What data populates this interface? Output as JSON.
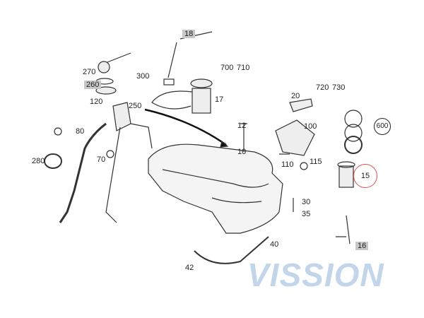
{
  "diagram": {
    "parts": [
      "18",
      "700",
      "710",
      "270",
      "300",
      "260",
      "120",
      "250",
      "17",
      "20",
      "720",
      "730",
      "80",
      "600",
      "12",
      "100",
      "10",
      "280",
      "70",
      "110",
      "115",
      "15",
      "30",
      "35",
      "40",
      "42",
      "16"
    ],
    "highlighted_part": "15",
    "watermark": "VISSION",
    "colors": {
      "highlight": "#d9534f",
      "watermark": "#b9cfe6",
      "label_box": "#c8c8c8"
    }
  }
}
